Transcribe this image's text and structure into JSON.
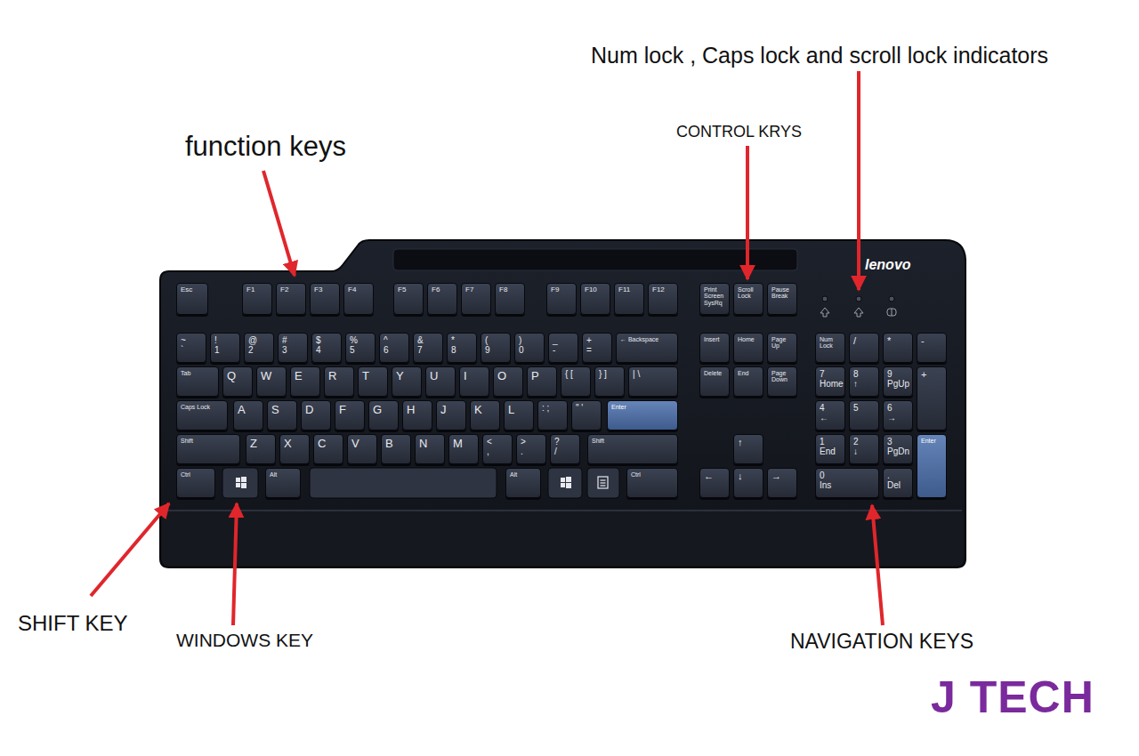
{
  "diagram": {
    "labels": [
      "function keys",
      "CONTROL KRYS",
      "Num lock , Caps lock and scroll lock indicators",
      "SHIFT KEY",
      "WINDOWS KEY",
      "NAVIGATION KEYS",
      "lenovo",
      "Esc",
      "F1",
      "F2",
      "F3",
      "F4",
      "F5",
      "F6",
      "F7",
      "F8",
      "F9",
      "F10",
      "F11",
      "F12",
      "Print Screen SysRq",
      "Scroll Lock",
      "Pause Break",
      "~ `",
      "! 1",
      "@ 2",
      "# 3",
      "$ 4",
      "% 5",
      "^ 6",
      "& 7",
      "* 8",
      "( 9",
      ") 0",
      "_ -",
      "+ =",
      "← Backspace",
      "Insert",
      "Home",
      "Page Up",
      "Num Lock",
      "/",
      "*",
      "-",
      "Tab",
      "Q",
      "W",
      "E",
      "R",
      "T",
      "Y",
      "U",
      "I",
      "O",
      "P",
      "{ [",
      "} ]",
      "| \\",
      "Delete",
      "End",
      "Page Down",
      "7 Home",
      "8 ↑",
      "9 PgUp",
      "+",
      "Caps Lock",
      "A",
      "S",
      "D",
      "F",
      "G",
      "H",
      "J",
      "K",
      "L",
      ": ;",
      "\" '",
      "Enter",
      "4 ←",
      "5",
      "6 →",
      "Shift",
      "Z",
      "X",
      "C",
      "V",
      "B",
      "N",
      "M",
      "< ,",
      "> .",
      "? /",
      "Shift",
      "↑",
      "1 End",
      "2 ↓",
      "3 PgDn",
      "Enter",
      "Ctrl",
      "Alt",
      "Alt",
      "Ctrl",
      "←",
      "↓",
      "→",
      "0 Ins",
      ". Del",
      "J TECH"
    ]
  }
}
